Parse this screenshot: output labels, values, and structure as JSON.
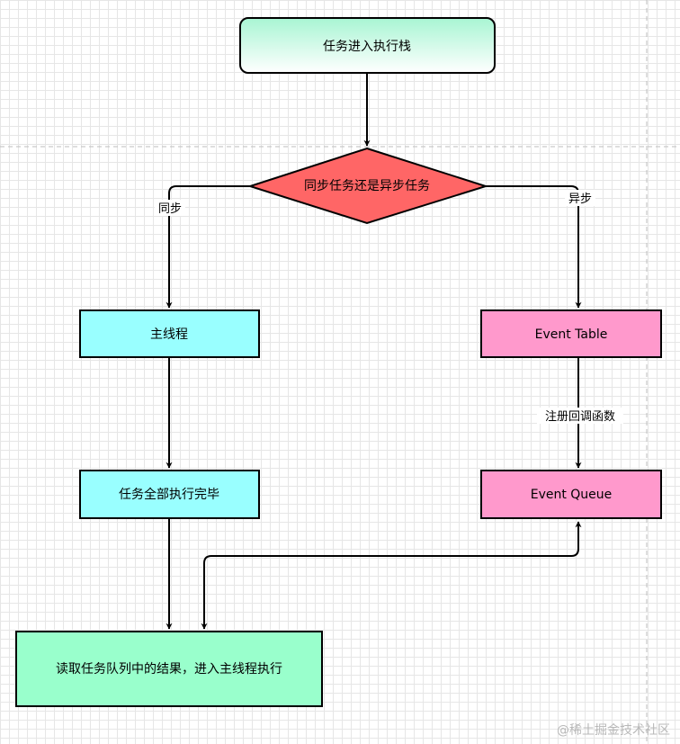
{
  "nodes": {
    "start": "任务进入执行栈",
    "decision": "同步任务还是异步任务",
    "main_thread": "主线程",
    "event_table": "Event Table",
    "tasks_done": "任务全部执行完毕",
    "event_queue": "Event Queue",
    "read_queue": "读取任务队列中的结果，进入主线程执行"
  },
  "edges": {
    "sync": "同步",
    "async": "异步",
    "register_callback": "注册回调函数"
  },
  "watermark": "@稀土掘金技术社区",
  "colors": {
    "start_fill_top": "#b3f5d9",
    "start_fill_bottom": "#ffffff",
    "decision": "#ff6666",
    "main_thread": "#99ffff",
    "event": "#ff99cc",
    "read_queue": "#99ffcc"
  }
}
